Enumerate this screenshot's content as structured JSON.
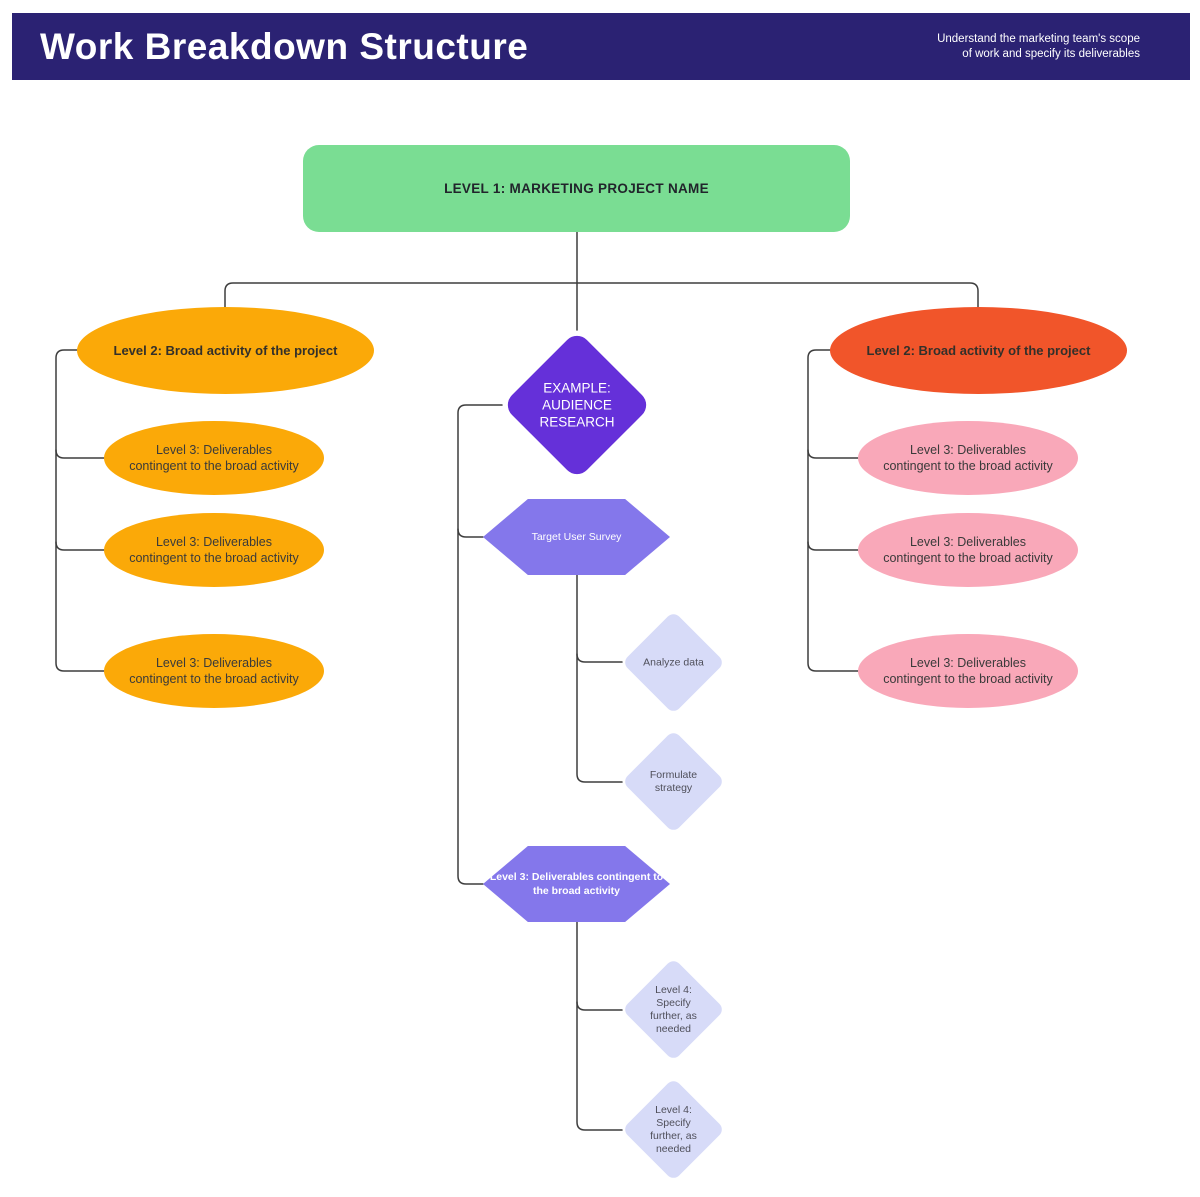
{
  "header": {
    "title": "Work Breakdown Structure",
    "subtitle": "Understand the marketing team's scope\nof work and specify its deliverables"
  },
  "nodes": {
    "level1": "LEVEL 1: MARKETING PROJECT NAME",
    "left": {
      "level2": "Level 2: Broad activity of the project",
      "level3": [
        "Level 3: Deliverables\ncontingent to the broad activity",
        "Level 3: Deliverables\ncontingent to the broad activity",
        "Level 3: Deliverables\ncontingent to the broad activity"
      ]
    },
    "right": {
      "level2": "Level 2: Broad activity of the project",
      "level3": [
        "Level 3: Deliverables\ncontingent to the broad activity",
        "Level 3: Deliverables\ncontingent to the broad activity",
        "Level 3: Deliverables\ncontingent to the broad activity"
      ]
    },
    "center": {
      "example": "EXAMPLE:\nAUDIENCE\nRESEARCH",
      "survey": "Target User Survey",
      "analyze": "Analyze data",
      "formulate": "Formulate\nstrategy",
      "level3_hex": "Level 3: Deliverables contingent to\nthe broad activity",
      "level4": [
        "Level 4:\nSpecify\nfurther, as\nneeded",
        "Level 4:\nSpecify\nfurther, as\nneeded"
      ]
    }
  },
  "colors": {
    "header_bg": "#2B2273",
    "level1_green": "#7ADD93",
    "level2_left_orange": "#FBA908",
    "level2_right_red": "#F1552A",
    "level3_right_pink": "#F9A8B9",
    "example_purple": "#6530D9",
    "hexagon_purple": "#8477EB",
    "level4_lavender": "#D7DBF8",
    "connector_gray": "#3D3D3D"
  }
}
